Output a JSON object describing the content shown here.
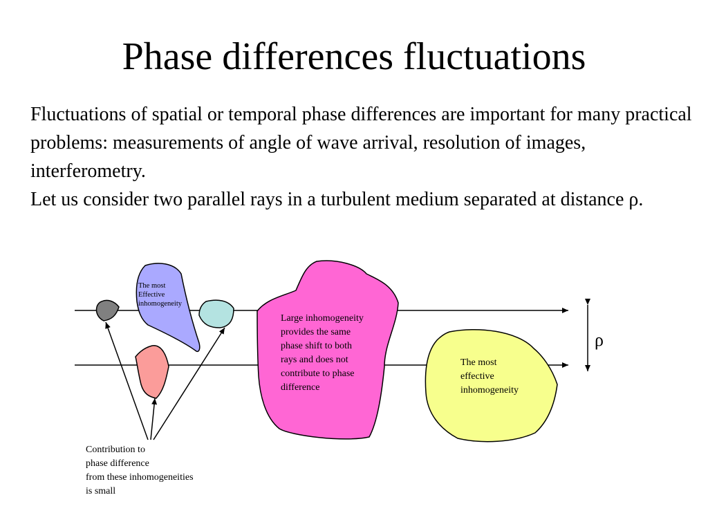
{
  "slide": {
    "title": "Phase differences fluctuations",
    "paragraphs": [
      "Fluctuations of spatial or temporal phase differences are important for many practical problems: measurements of angle of wave arrival, resolution of images, interferometry.",
      "Let us consider two parallel rays in a turbulent medium separated at distance ρ."
    ]
  },
  "diagram": {
    "labels": {
      "small_most_effective": [
        "The most",
        "Effective",
        "inhomogeneity"
      ],
      "large": [
        "Large inhomogeneity",
        "provides the same",
        "phase shift to both",
        "rays and does not",
        "contribute to phase",
        "difference"
      ],
      "medium_most_effective": [
        "The most",
        "effective",
        "inhomogeneity"
      ],
      "contribution": [
        "Contribution to",
        "phase difference",
        "from these inhomogeneities",
        "is small"
      ],
      "separation": "ρ"
    },
    "colors": {
      "small_dark": "#808080",
      "small_purple": "#aaa9ff",
      "small_cyan": "#b4e3e1",
      "small_red": "#fb9c9a",
      "large_magenta": "#ff66d4",
      "medium_yellow": "#f7ff8d",
      "line": "#000000"
    }
  }
}
